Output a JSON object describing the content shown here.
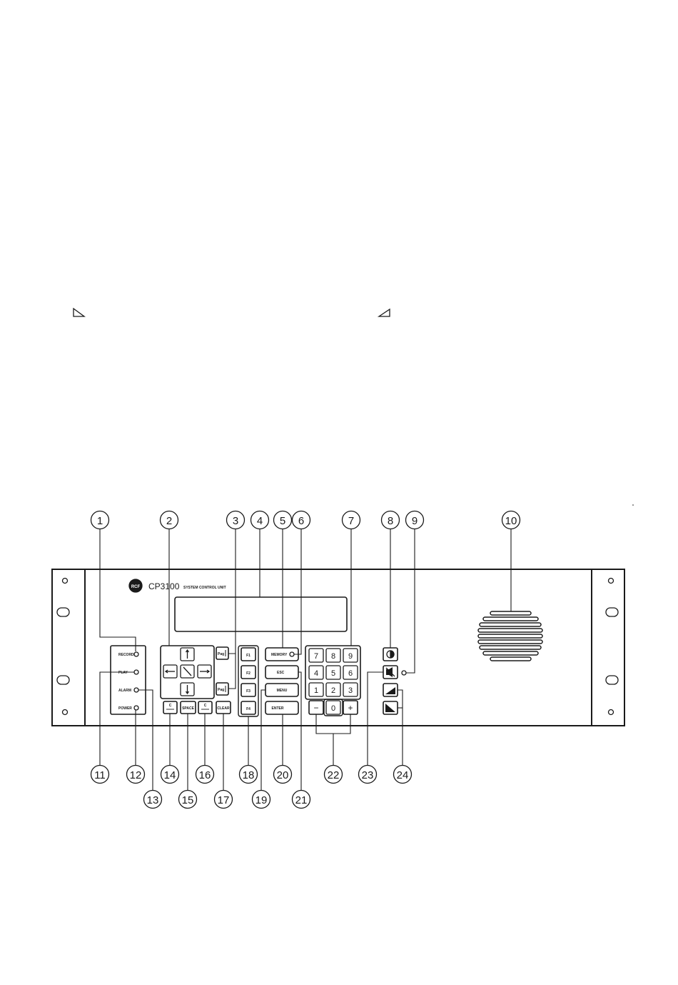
{
  "brand": {
    "logo": "RCF",
    "model": "CP3100",
    "subtitle": "SYSTEM CONTROL UNIT"
  },
  "leds": {
    "record": "RECORD",
    "play": "PLAY",
    "alarm": "ALARM",
    "power": "POWER"
  },
  "keys": {
    "pag_up": "Pag",
    "pag_down": "Pag",
    "f1": "F1",
    "f2": "F2",
    "f3": "F3",
    "f4": "F4",
    "memory": "MEMORY",
    "esc": "ESC",
    "menu": "MENU",
    "enter": "ENTER",
    "space": "SPACE",
    "clear": "CLEAR",
    "c_left": "C",
    "c_right": "C",
    "minus": "−",
    "plus": "+",
    "numpad": [
      "7",
      "8",
      "9",
      "4",
      "5",
      "6",
      "1",
      "2",
      "3",
      "0"
    ]
  },
  "callouts": [
    "1",
    "2",
    "3",
    "4",
    "5",
    "6",
    "7",
    "8",
    "9",
    "10",
    "11",
    "12",
    "13",
    "14",
    "15",
    "16",
    "17",
    "18",
    "19",
    "20",
    "21",
    "22",
    "23",
    "24"
  ],
  "colors": {
    "ink": "#1a1a1a",
    "paper": "#ffffff"
  }
}
